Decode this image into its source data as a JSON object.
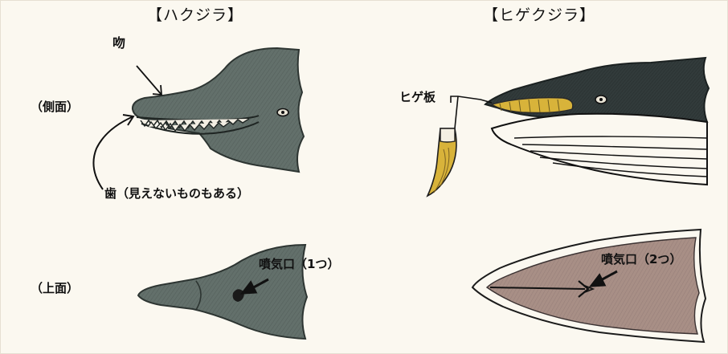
{
  "titles": {
    "toothed": "【ハクジラ】",
    "baleen": "【ヒゲクジラ】"
  },
  "views": {
    "side": "（側面）",
    "top": "（上面）"
  },
  "labels": {
    "snout": "吻",
    "teeth": "歯（見えないものもある）",
    "baleen_plate": "ヒゲ板",
    "blowhole_one": "噴気口（1つ）",
    "blowhole_two": "噴気口（2つ）"
  },
  "colors": {
    "background": "#fbf8f0",
    "skin_gray": "#5f6b67",
    "skin_dark": "#2f3838",
    "baleen_yellow": "#d8b33a",
    "top_pink": "#a88f86",
    "ink": "#111111"
  }
}
